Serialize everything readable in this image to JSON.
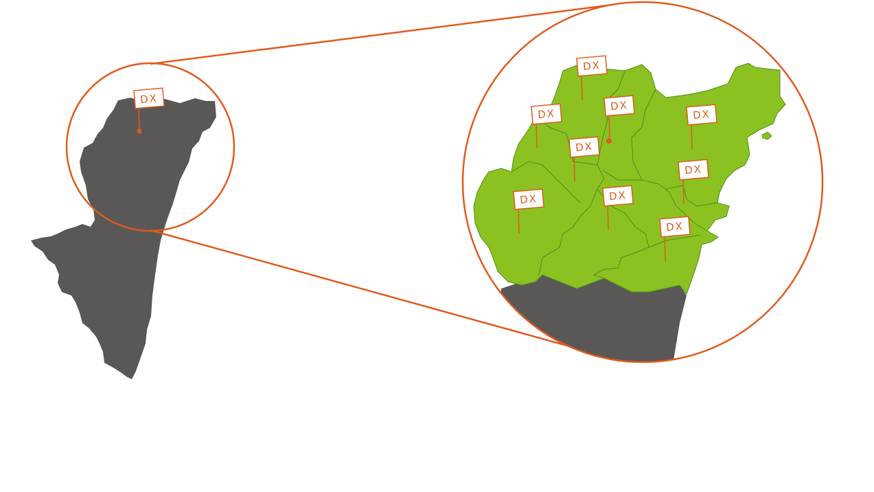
{
  "colors": {
    "land_dark": "#5a5857",
    "land_green": "#8bc120",
    "border_green": "#4c8f1a",
    "accent_orange": "#e05a1e",
    "flag_fill": "#ffffff",
    "background": "#ffffff"
  },
  "overview": {
    "flag": {
      "label": "DX"
    }
  },
  "detail": {
    "flags": [
      {
        "id": "flag-1",
        "label": "DX"
      },
      {
        "id": "flag-2",
        "label": "DX"
      },
      {
        "id": "flag-3",
        "label": "DX"
      },
      {
        "id": "flag-4",
        "label": "DX"
      },
      {
        "id": "flag-5",
        "label": "DX"
      },
      {
        "id": "flag-6",
        "label": "DX"
      },
      {
        "id": "flag-7",
        "label": "DX"
      },
      {
        "id": "flag-8",
        "label": "DX"
      },
      {
        "id": "flag-9",
        "label": "DX"
      }
    ]
  }
}
